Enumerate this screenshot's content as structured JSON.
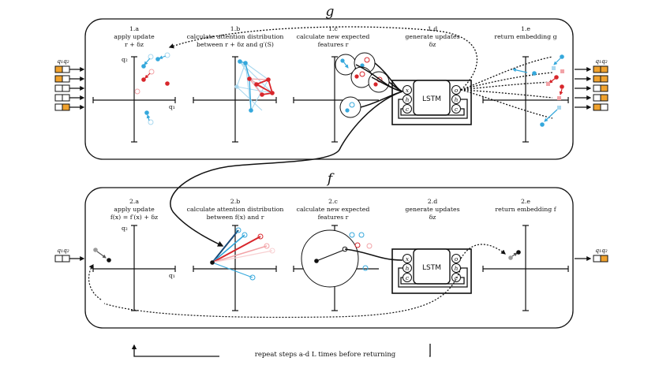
{
  "colors": {
    "blue": "#35a8dc",
    "red": "#d8262b",
    "orange": "#f0a22e",
    "pink": "#f2a3a7",
    "lightblue": "#a9d8ef",
    "gray": "#9a9a9a",
    "ink": "#111111"
  },
  "g_block": {
    "title": "g",
    "panels": [
      {
        "id": "1.a",
        "l1": "apply update",
        "l2": "r + δz",
        "l3": ""
      },
      {
        "id": "1.b",
        "l1": "calculate attention distribution",
        "l2": "between r + δz and g′(S)",
        "l3": ""
      },
      {
        "id": "1.c",
        "l1": "calculate new expected",
        "l2": "features r",
        "l3": ""
      },
      {
        "id": "1.d",
        "l1": "generate updates",
        "l2": "δz",
        "l3": ""
      },
      {
        "id": "1.e",
        "l1": "return embedding g",
        "l2": "",
        "l3": ""
      }
    ],
    "axis_x": "q₁",
    "axis_y": "q₂"
  },
  "f_block": {
    "title": "f",
    "panels": [
      {
        "id": "2.a",
        "l1": "apply update",
        "l2": "f(x) = f′(x) + δz",
        "l3": ""
      },
      {
        "id": "2.b",
        "l1": "calculate attention distribution",
        "l2": "between f(x) and r",
        "l3": ""
      },
      {
        "id": "2.c",
        "l1": "calculate new expected",
        "l2": "features r",
        "l3": ""
      },
      {
        "id": "2.d",
        "l1": "generate updates",
        "l2": "δz",
        "l3": ""
      },
      {
        "id": "2.e",
        "l1": "return embedding f",
        "l2": "",
        "l3": ""
      }
    ],
    "axis_x": "q₁",
    "axis_y": "q₂"
  },
  "lstm": {
    "label": "LSTM",
    "in_x": "x",
    "in_h": "h",
    "in_c": "c",
    "out_o": "o",
    "out_h": "h",
    "out_c": "c"
  },
  "inputs": {
    "header": "q₁q₂"
  },
  "footer": {
    "text": "repeat steps a-d L times before returning"
  }
}
